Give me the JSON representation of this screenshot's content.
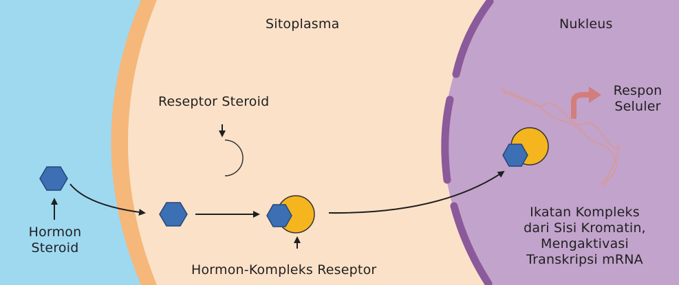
{
  "labels": {
    "cytoplasm": "Sitoplasma",
    "nucleus": "Nukleus",
    "receptor": "Reseptor Steroid",
    "hormone_line1": "Hormon",
    "hormone_line2": "Steroid",
    "complex": "Hormon-Kompleks Reseptor",
    "response_line1": "Respon",
    "response_line2": "Seluler",
    "binding_line1": "Ikatan Kompleks",
    "binding_line2": "dari Sisi Kromatin,",
    "binding_line3": "Mengaktivasi",
    "binding_line4": "Transkripsi mRNA"
  },
  "colors": {
    "extracellular": "#9fd9f0",
    "membrane": "#f5b77a",
    "cytoplasm": "#fbe1c8",
    "nucleus": "#c2a3cc",
    "nuclear_envelope": "#8a5a9a",
    "hormone": "#3c6fb3",
    "receptor": "#f4b51f",
    "mrna": "#d89a9a",
    "response_arrow": "#d47d7d"
  }
}
